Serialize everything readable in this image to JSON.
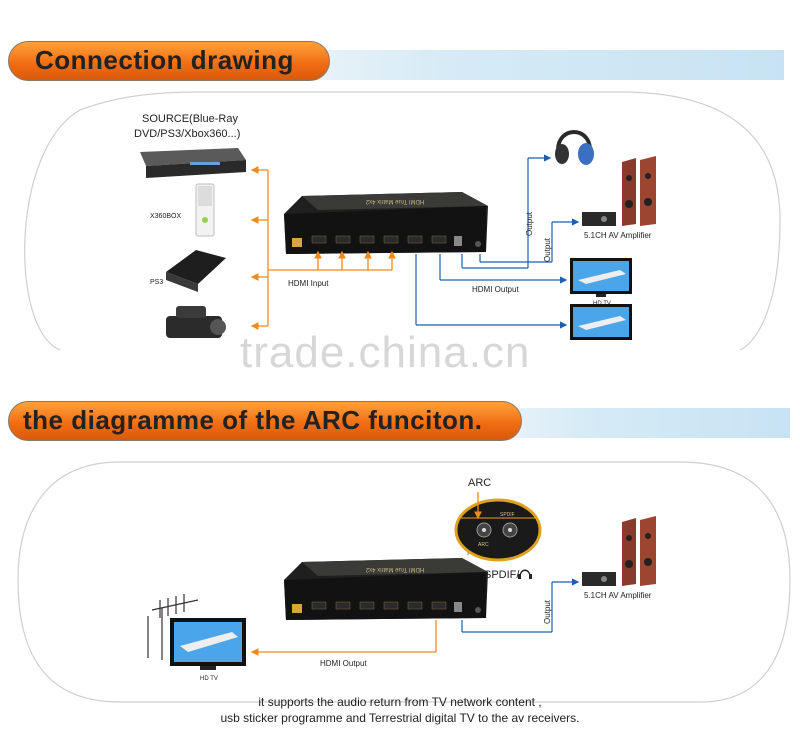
{
  "section1": {
    "title": "Connection drawing",
    "source_label_line1": "SOURCE(Blue-Ray",
    "source_label_line2": "DVD/PS3/Xbox360...)",
    "xbox_label": "X360BOX",
    "ps3_label": "PS3",
    "hdmi_input_label": "HDMI Input",
    "hdmi_output_label": "HDMI Output",
    "output_label_1": "Output",
    "output_label_2": "Output",
    "amplifier_label": "5.1CH AV Amplifier",
    "hdtv_label": "HD TV",
    "device_face_text": "HDMI True Matrix 4x2"
  },
  "watermark": "trade.china.cn",
  "section2": {
    "title": "the diagramme of the ARC funciton.",
    "arc_label": "ARC",
    "spdif_label": "SPDIF/",
    "inset_spdif_text": "SPDIF",
    "inset_arc_text": "ARC",
    "output_label": "Output",
    "amplifier_label": "5.1CH AV Amplifier",
    "hdmi_output_label": "HDMI Output",
    "hdtv_label": "HD TV",
    "device_face_text": "HDMI True Matrix 4x2",
    "caption_line1": "it supports the audio return from TV network content ,",
    "caption_line2": "usb sticker programme and Terrestrial digital TV to the av receivers."
  },
  "colors": {
    "banner_orange": "#f06a12",
    "arrow_orange": "#f08a1c",
    "line_blue": "#1b5fae",
    "band_blue": "#c7e3f3"
  }
}
